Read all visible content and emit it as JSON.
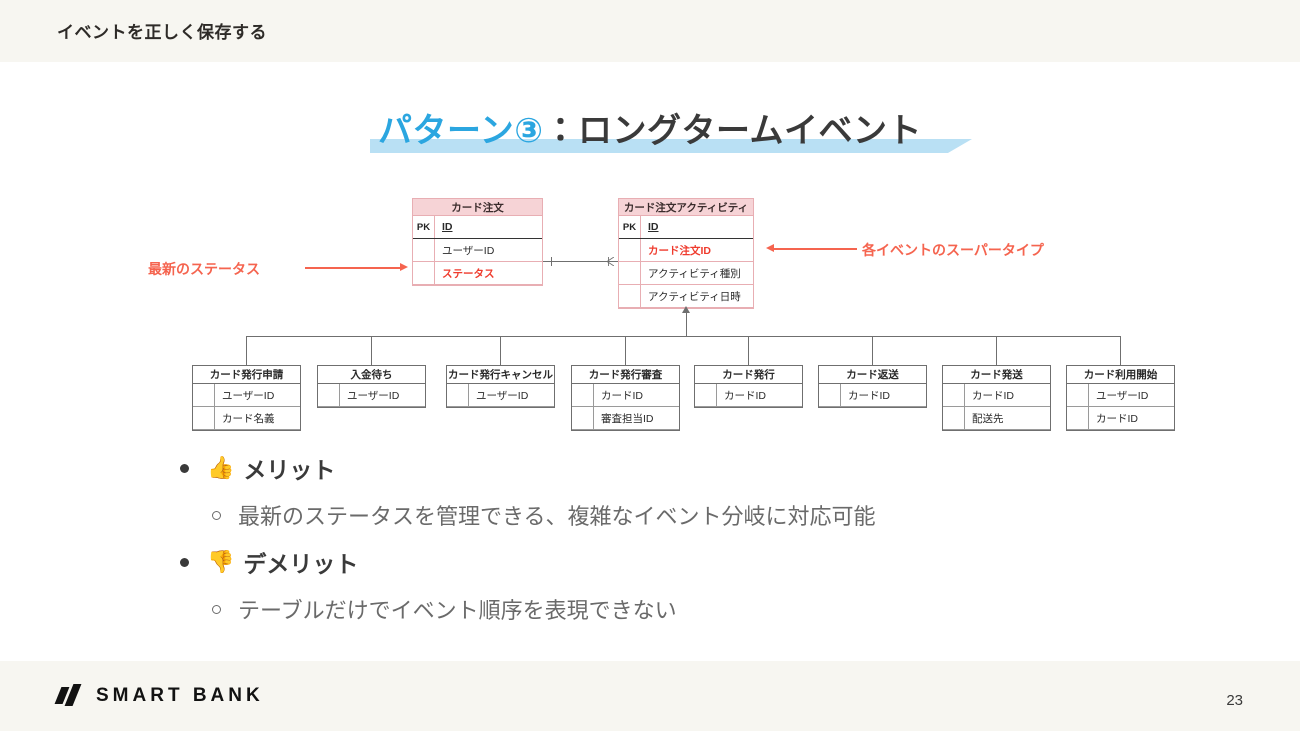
{
  "header": {
    "section_title": "イベントを正しく保存する"
  },
  "title": {
    "accent": "パターン③",
    "rest": "：ロングタームイベント",
    "accent_color": "#2ba6e0",
    "highlight_color": "#b9e0f4"
  },
  "annotations": {
    "left": "最新のステータス",
    "right": "各イベントのスーパータイプ",
    "color": "#f5644f"
  },
  "er_diagram": {
    "header_color": "#f6d3d6",
    "border_color": "#e8aeb3",
    "main_tables": [
      {
        "name": "カード注文",
        "rows": [
          {
            "key": "PK",
            "value": "ID",
            "style": "pk"
          },
          {
            "key": "",
            "value": "ユーザーID",
            "style": "normal"
          },
          {
            "key": "",
            "value": "ステータス",
            "style": "red"
          }
        ]
      },
      {
        "name": "カード注文アクティビティ",
        "rows": [
          {
            "key": "PK",
            "value": "ID",
            "style": "pk"
          },
          {
            "key": "",
            "value": "カード注文ID",
            "style": "red"
          },
          {
            "key": "",
            "value": "アクティビティ種別",
            "style": "normal"
          },
          {
            "key": "",
            "value": "アクティビティ日時",
            "style": "normal"
          }
        ]
      }
    ],
    "sub_tables": [
      {
        "name": "カード発行申請",
        "rows": [
          "ユーザーID",
          "カード名義"
        ]
      },
      {
        "name": "入金待ち",
        "rows": [
          "ユーザーID"
        ]
      },
      {
        "name": "カード発行キャンセル",
        "rows": [
          "ユーザーID"
        ]
      },
      {
        "name": "カード発行審査",
        "rows": [
          "カードID",
          "審査担当ID"
        ]
      },
      {
        "name": "カード発行",
        "rows": [
          "カードID"
        ]
      },
      {
        "name": "カード返送",
        "rows": [
          "カードID"
        ]
      },
      {
        "name": "カード発送",
        "rows": [
          "カードID",
          "配送先"
        ]
      },
      {
        "name": "カード利用開始",
        "rows": [
          "ユーザーID",
          "カードID"
        ]
      }
    ]
  },
  "bullets": {
    "merit": {
      "emoji": "👍",
      "label": "メリット",
      "detail": "最新のステータスを管理できる、複雑なイベント分岐に対応可能"
    },
    "demerit": {
      "emoji": "👎",
      "label": "デメリット",
      "detail": "テーブルだけでイベント順序を表現できない"
    }
  },
  "footer": {
    "logo_text": "SMART BANK",
    "page_number": "23"
  }
}
